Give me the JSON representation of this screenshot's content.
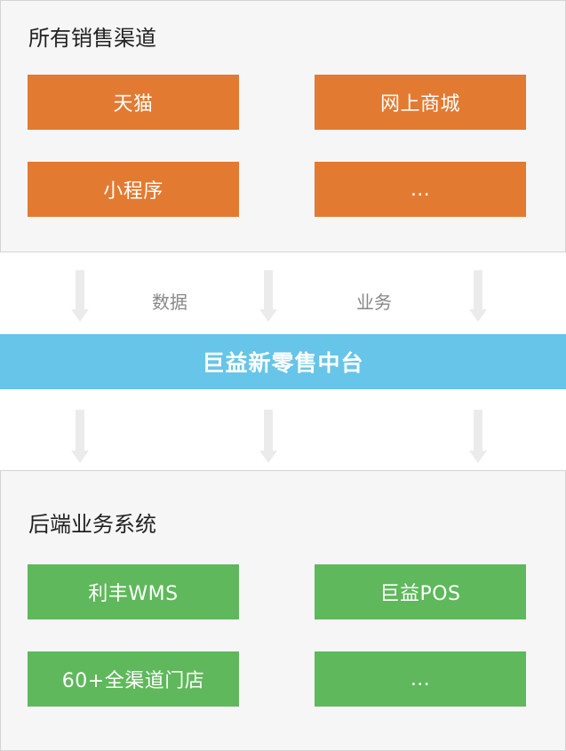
{
  "top_panel": {
    "title": "所有销售渠道",
    "items": [
      "天猫",
      "网上商城",
      "小程序",
      "…"
    ]
  },
  "flow_labels": [
    "数据",
    "业务"
  ],
  "platform": {
    "title": "巨益新零售中台"
  },
  "bottom_panel": {
    "title": "后端业务系统",
    "items": [
      "利丰WMS",
      "巨益POS",
      "60+全渠道门店",
      "…"
    ]
  },
  "colors": {
    "channel_box": "#e37a31",
    "backend_box": "#5fb85b",
    "platform_band": "#66c5e8",
    "panel_bg": "#f6f6f6",
    "arrow": "#ebebeb"
  }
}
